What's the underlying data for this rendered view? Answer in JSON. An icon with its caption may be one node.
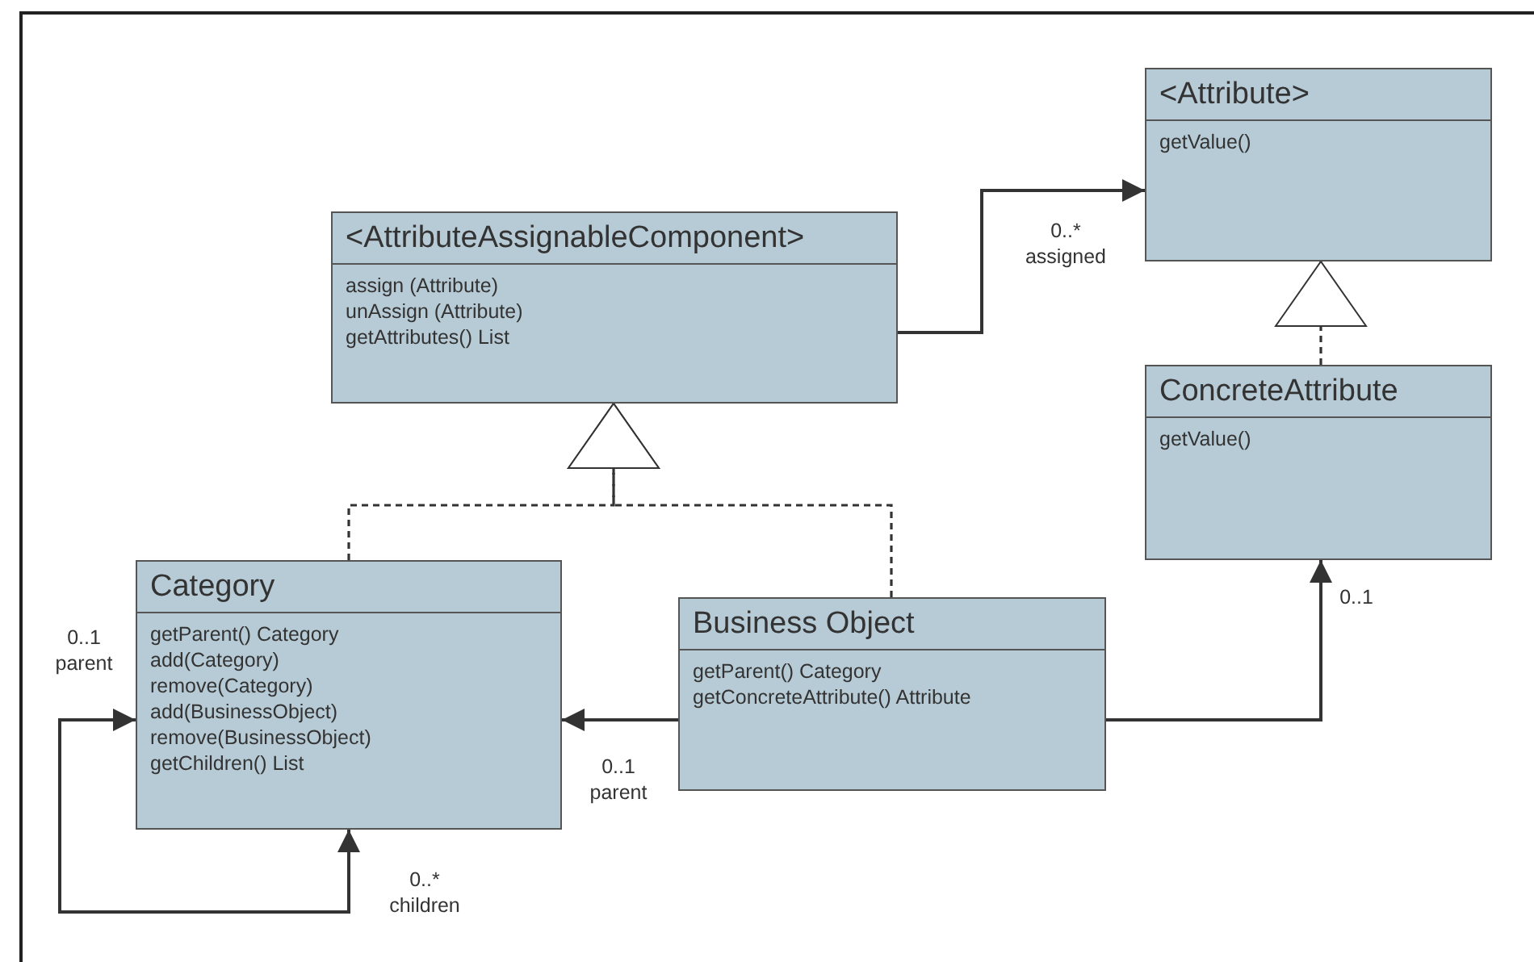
{
  "diagram": {
    "nodes": [
      {
        "text": [
          "<AttributeAssignableComponent>",
          "assign (Attribute)",
          "unAssign (Attribute)",
          "getAttributes() List"
        ]
      },
      {
        "text": [
          "<Attribute>",
          "getValue()"
        ]
      },
      {
        "text": [
          "ConcreteAttribute",
          "getValue()"
        ]
      },
      {
        "text": [
          "Category",
          "getParent() Category",
          "add(Category)",
          "remove(Category)",
          "add(BusinessObject)",
          "remove(BusinessObject)",
          "getChildren() List"
        ]
      },
      {
        "text": [
          "Business Object",
          "getParent() Category",
          "getConcreteAttribute() Attribute"
        ]
      }
    ],
    "edges": [
      {
        "from": 0,
        "to": 1,
        "arrow": "to",
        "label": "0..* assigned"
      },
      {
        "from": 2,
        "to": 1,
        "arrow": "to",
        "style": "dashed"
      },
      {
        "from": 3,
        "to": 0,
        "arrow": "to",
        "style": "dashed"
      },
      {
        "from": 4,
        "to": 0,
        "arrow": "to",
        "style": "dashed"
      },
      {
        "from": 4,
        "to": 3,
        "arrow": "to",
        "label": "0..1 parent"
      },
      {
        "from": 4,
        "to": 2,
        "arrow": "to",
        "label": "0..1"
      },
      {
        "from": 3,
        "to": 3,
        "arrow": "both"
      }
    ],
    "labels": [
      "0..1 parent",
      "0..* children"
    ]
  }
}
